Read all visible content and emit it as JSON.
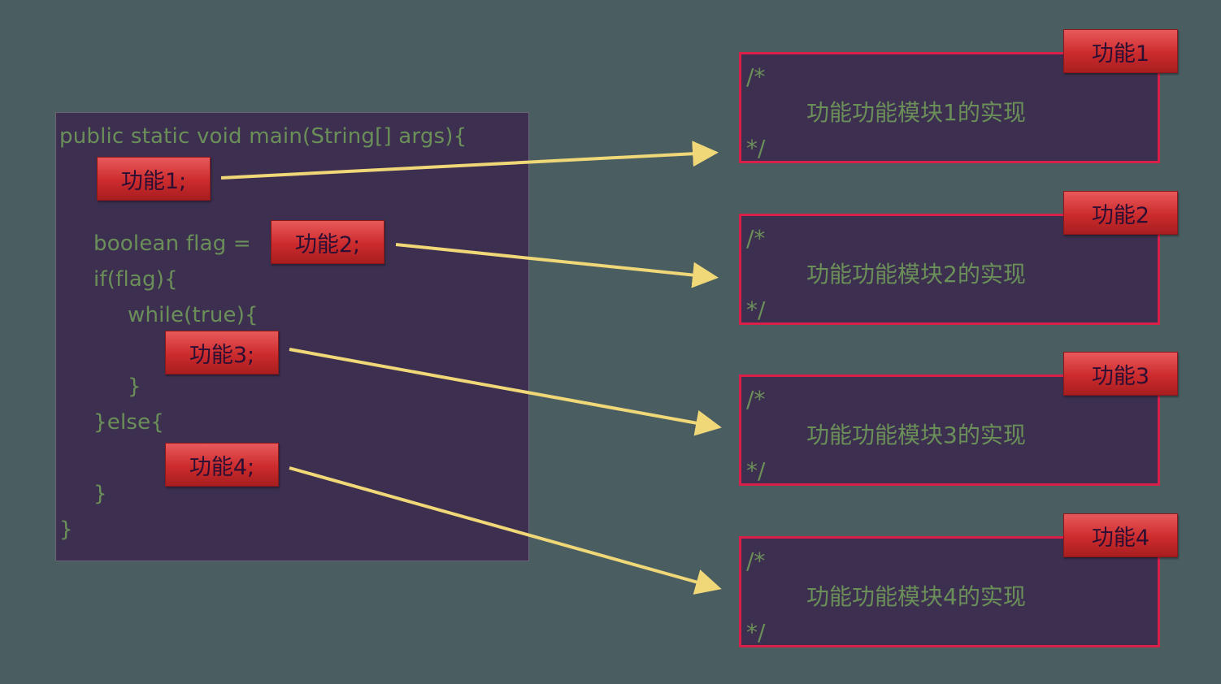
{
  "code": {
    "lines": [
      "public static void main(String[] args){",
      "boolean flag =",
      "if(flag){",
      "while(true){",
      "}",
      "}else{",
      "}",
      "}"
    ]
  },
  "code_tags": [
    "功能1;",
    "功能2;",
    "功能3;",
    "功能4;"
  ],
  "modules": [
    {
      "tag": "功能1",
      "open": "/*",
      "text": "功能功能模块1的实现",
      "close": "*/"
    },
    {
      "tag": "功能2",
      "open": "/*",
      "text": "功能功能模块2的实现",
      "close": "*/"
    },
    {
      "tag": "功能3",
      "open": "/*",
      "text": "功能功能模块3的实现",
      "close": "*/"
    },
    {
      "tag": "功能4",
      "open": "/*",
      "text": "功能功能模块4的实现",
      "close": "*/"
    }
  ],
  "colors": {
    "background": "#4a5e62",
    "panel": "#3d2f4f",
    "code_text": "#6b8f59",
    "tag_red": "#cc2b2d",
    "box_border": "#d8204a",
    "arrow": "#f0d878"
  }
}
